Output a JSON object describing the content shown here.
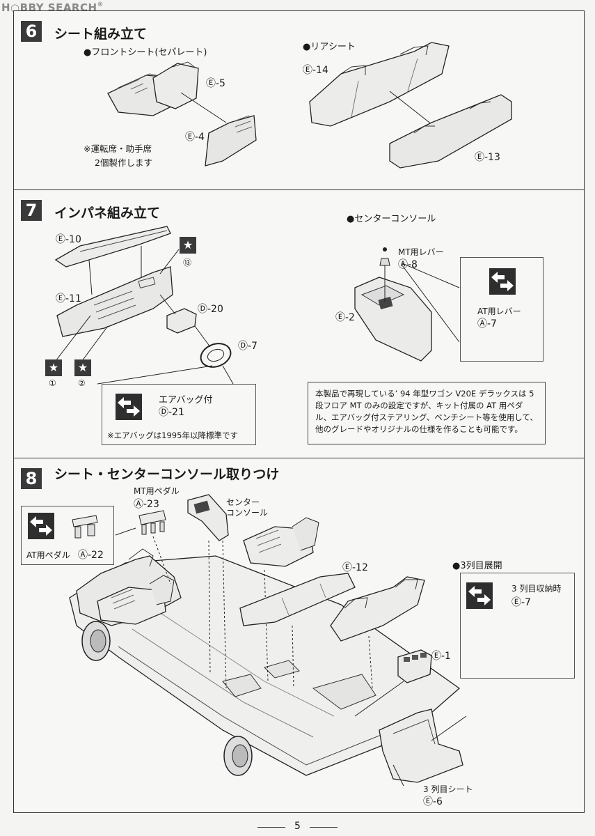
{
  "watermark": {
    "text": "H○BBY SEARCH",
    "reg": "®"
  },
  "sections": [
    {
      "number": "6",
      "title": "シート組み立て",
      "front_seat": {
        "heading": "●フロントシート(セパレート)",
        "part_a": "Ⓔ-5",
        "part_b": "Ⓔ-4",
        "note_line1": "※運転席・助手席",
        "note_line2": "2個製作します"
      },
      "rear_seat": {
        "heading": "●リアシート",
        "part_a": "Ⓔ-14",
        "part_b": "Ⓔ-13"
      }
    },
    {
      "number": "7",
      "title": "インパネ組み立て",
      "parts": {
        "e10": "Ⓔ-10",
        "e11": "Ⓔ-11",
        "d20": "Ⓓ-20",
        "d7": "Ⓓ-7",
        "star13": "⑬",
        "star1": "①",
        "star2": "②"
      },
      "airbag": {
        "label": "エアバッグ付",
        "part": "Ⓓ-21",
        "note": "※エアバッグは1995年以降標準です"
      },
      "console": {
        "heading": "●センターコンソール",
        "mt_lever": "MT用レバー",
        "mt_part": "Ⓐ-8",
        "at_lever": "AT用レバー",
        "at_part": "Ⓐ-7",
        "e2": "Ⓔ-2"
      },
      "info": "本製品で再現している’ 94 年型ワゴン V20E デラックスは 5 段フロア MT のみの設定ですが、キット付属の AT 用ペダル、エアバッグ付ステアリング、ベンチシート等を使用して、他のグレードやオリジナルの仕様を作ることも可能です。"
    },
    {
      "number": "8",
      "title": "シート・センターコンソール取りつけ",
      "mt_pedal": "MT用ペダル",
      "mt_pedal_part": "Ⓐ-23",
      "center_console_1": "センター",
      "center_console_2": "コンソール",
      "at_pedal": "AT用ペダル",
      "at_pedal_part": "Ⓐ-22",
      "e12": "Ⓔ-12",
      "e1": "Ⓔ-1",
      "third_row": {
        "heading": "●3列目展開",
        "stored": "3 列目収納時",
        "stored_part": "Ⓔ-7",
        "seat": "3 列目シート",
        "seat_part": "Ⓔ-6"
      }
    }
  ],
  "page": {
    "number": "5"
  },
  "colors": {
    "ink": "#1a1a1a",
    "panel": "#3a3a3a",
    "paper": "#f4f4f2"
  },
  "icons": [
    "swap-arrows-icon",
    "star-icon"
  ]
}
